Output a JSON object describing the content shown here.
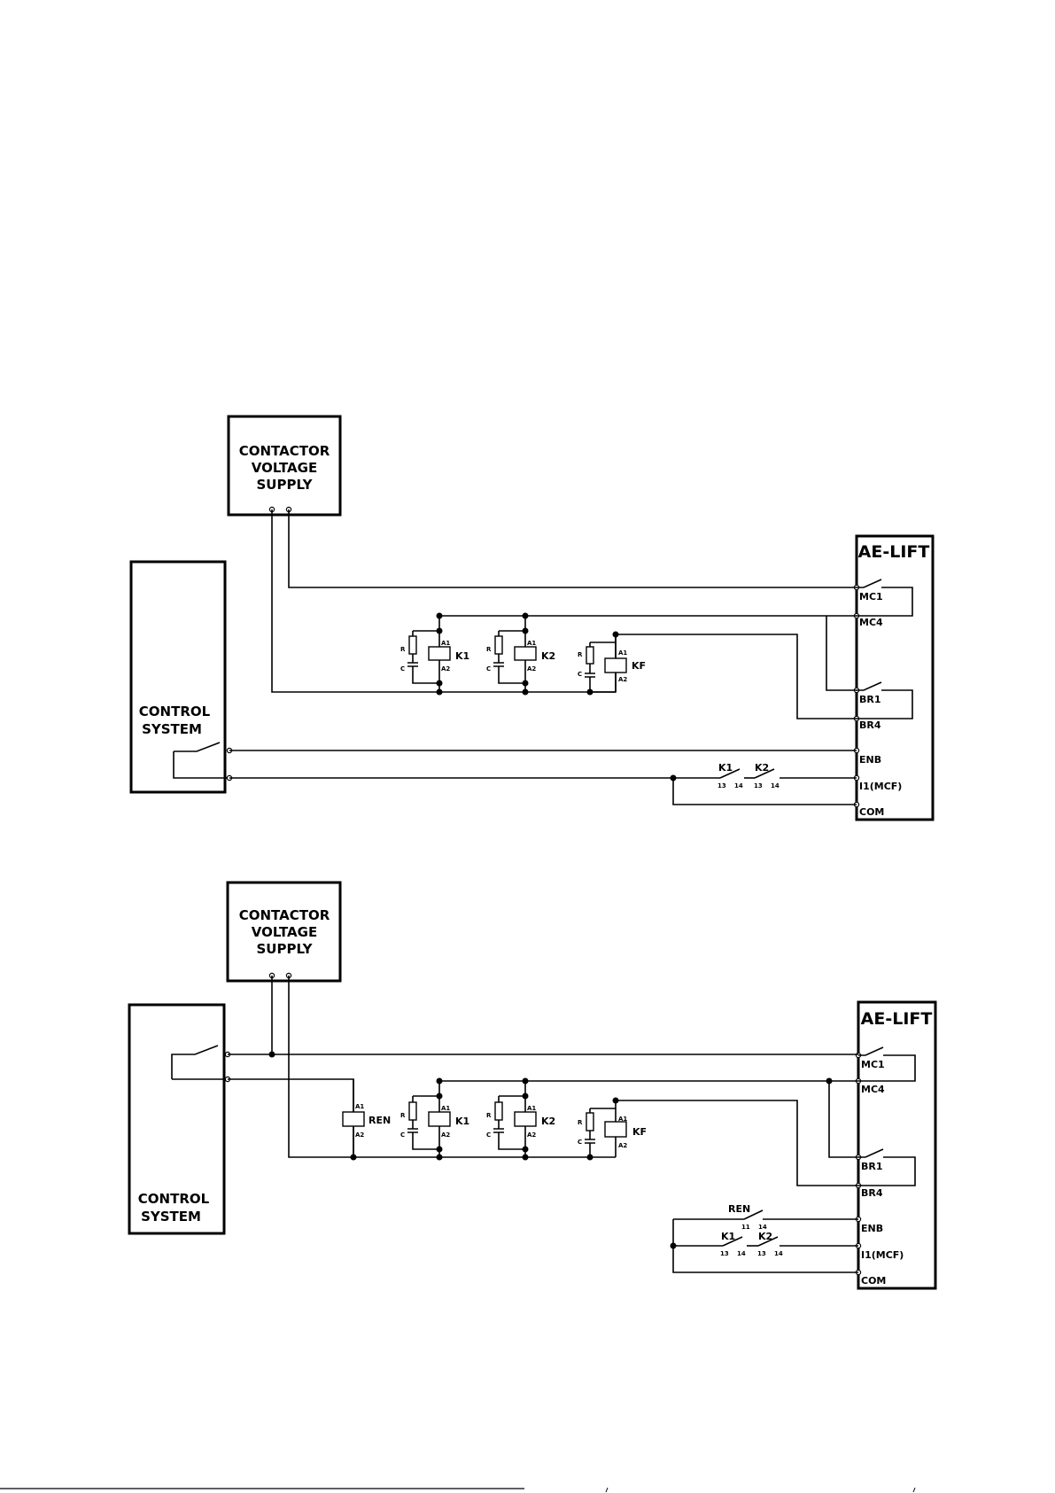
{
  "diagram_1": {
    "supply_box": [
      "CONTACTOR",
      "VOLTAGE",
      "SUPPLY"
    ],
    "control_box": [
      "CONTROL",
      "SYSTEM"
    ],
    "drive_title": "AE-LIFT",
    "terminals": [
      "MC1",
      "MC4",
      "BR1",
      "BR4",
      "ENB",
      "I1(MCF)",
      "COM"
    ],
    "coils": [
      {
        "name": "K1",
        "pin_top": "A1",
        "pin_bottom": "A2",
        "r": "R",
        "c": "C"
      },
      {
        "name": "K2",
        "pin_top": "A1",
        "pin_bottom": "A2",
        "r": "R",
        "c": "C"
      },
      {
        "name": "KF",
        "pin_top": "A1",
        "pin_bottom": "A2",
        "r": "R",
        "c": "C"
      }
    ],
    "contacts": [
      {
        "name": "K1",
        "pin_a": "13",
        "pin_b": "14"
      },
      {
        "name": "K2",
        "pin_a": "13",
        "pin_b": "14"
      }
    ]
  },
  "diagram_2": {
    "supply_box": [
      "CONTACTOR",
      "VOLTAGE",
      "SUPPLY"
    ],
    "control_box": [
      "CONTROL",
      "SYSTEM"
    ],
    "drive_title": "AE-LIFT",
    "terminals": [
      "MC1",
      "MC4",
      "BR1",
      "BR4",
      "ENB",
      "I1(MCF)",
      "COM"
    ],
    "relay": {
      "name": "REN",
      "pin_top": "A1",
      "pin_bottom": "A2"
    },
    "coils": [
      {
        "name": "K1",
        "pin_top": "A1",
        "pin_bottom": "A2",
        "r": "R",
        "c": "C"
      },
      {
        "name": "K2",
        "pin_top": "A1",
        "pin_bottom": "A2",
        "r": "R",
        "c": "C"
      },
      {
        "name": "KF",
        "pin_top": "A1",
        "pin_bottom": "A2",
        "r": "R",
        "c": "C"
      }
    ],
    "contacts": [
      {
        "name": "REN",
        "pin_a": "11",
        "pin_b": "14"
      },
      {
        "name": "K1",
        "pin_a": "13",
        "pin_b": "14"
      },
      {
        "name": "K2",
        "pin_a": "13",
        "pin_b": "14"
      }
    ]
  }
}
